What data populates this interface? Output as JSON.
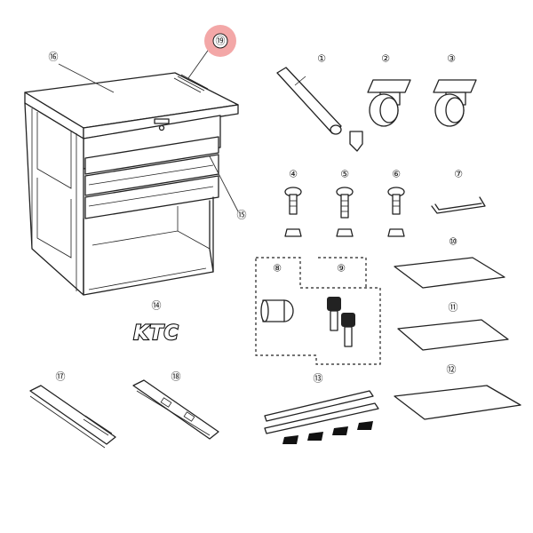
{
  "colors": {
    "highlight": "#f3a7a7",
    "line": "#222222",
    "background": "#ffffff"
  },
  "callouts": {
    "c1": "①",
    "c2": "②",
    "c3": "③",
    "c4": "④",
    "c5": "⑤",
    "c6": "⑥",
    "c7": "⑦",
    "c8": "⑧",
    "c9": "⑨",
    "c10": "⑩",
    "c11": "⑪",
    "c12": "⑫",
    "c13": "⑬",
    "c14": "⑭",
    "c15": "⑮",
    "c16": "⑯",
    "c17": "⑰",
    "c18": "⑱",
    "c19": "⑲"
  },
  "highlighted_callout": "⑲",
  "logo": {
    "text": "KTC"
  }
}
